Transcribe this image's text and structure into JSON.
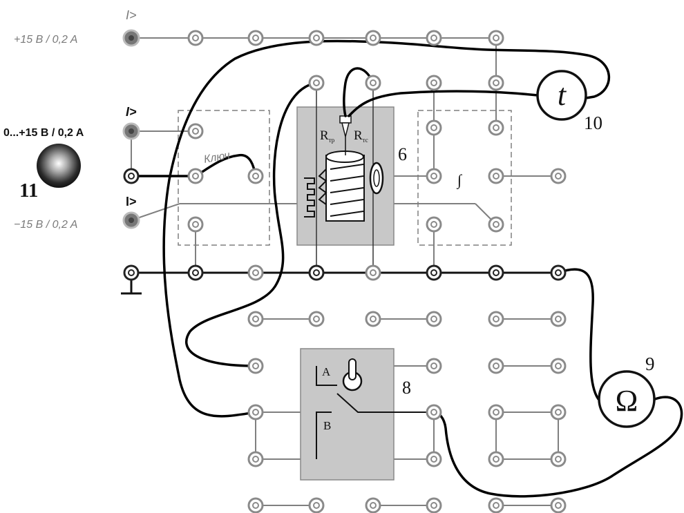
{
  "labels": {
    "supply_top": "+15 B / 0,2 A",
    "supply_mid": "0...+15 B / 0,2 A",
    "supply_bottom": "−15 B / 0,2 A",
    "overcurrent_top": "I>",
    "overcurrent_mid": "I>",
    "overcurrent_bottom": "I>",
    "knob_number": "11",
    "key_label": "Ключ",
    "module_heater_number": "6",
    "module_switch_number": "8",
    "thermometer_number": "10",
    "ohmmeter_number": "9",
    "thermometer_symbol": "t",
    "ohmmeter_symbol": "Ω",
    "integrator_symbol": "∫",
    "switch_pos_a": "A",
    "switch_pos_b": "B",
    "r_left_base": "R",
    "r_left_sub": "тр",
    "r_right_base": "R",
    "r_right_sub": "тс"
  },
  "colors": {
    "wire": "#000000",
    "module_fill": "#c8c8c8",
    "terminal_ring": "#8a8a8a",
    "grid_line": "#7f7f7f",
    "label_gray": "#7a7a7a"
  }
}
